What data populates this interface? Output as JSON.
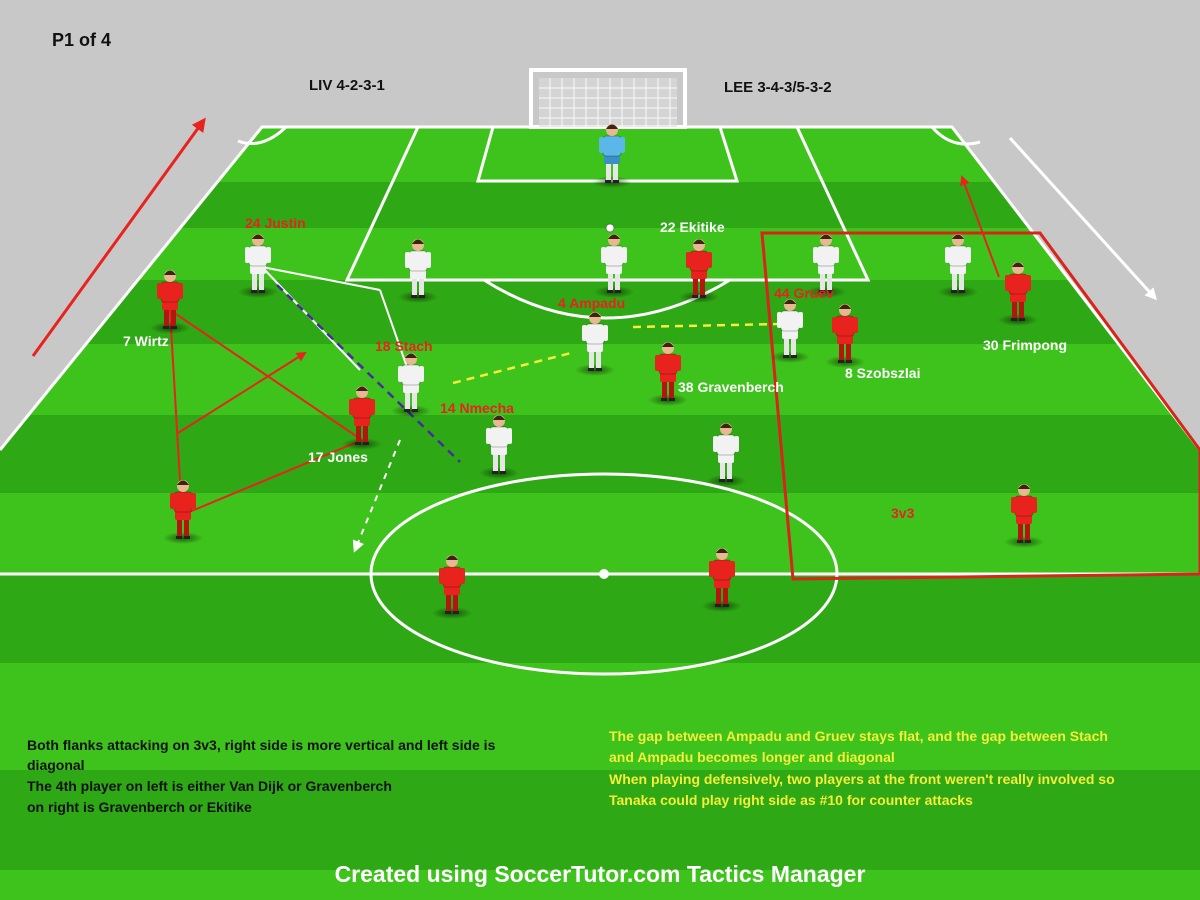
{
  "page_label": "P1 of 4",
  "teams": {
    "home": "LIV 4-2-3-1",
    "away": "LEE 3-4-3/5-3-2"
  },
  "area_label": "3v3",
  "players": {
    "justin": "24 Justin",
    "ekitike": "22 Ekitike",
    "ampadu": "4 Ampadu",
    "gruev": "44 Gruev",
    "wirtz": "7 Wirtz",
    "stach": "18 Stach",
    "frimpong": "30 Frimpong",
    "szoboszlai": "8 Szobszlai",
    "gravenberch": "38 Gravenberch",
    "nmecha": "14 Nmecha",
    "jones": "17 Jones"
  },
  "notes_left": [
    "Both flanks attacking on 3v3, right side is more vertical and left side is",
    "diagonal",
    "The 4th player on left is either Van Dijk or Gravenberch",
    "on right is Gravenberch or Ekitike"
  ],
  "notes_right": [
    "The gap between Ampadu and Gruev stays flat, and the gap between Stach",
    "and Ampadu becomes longer and diagonal",
    "When playing defensively, two players at the front  weren't really involved so",
    "Tanaka could play right side as #10 for counter attacks"
  ],
  "footer": "Created using SoccerTutor.com Tactics Manager",
  "colors": {
    "pitch_light": "#3ec21c",
    "pitch_dark": "#2ea814",
    "lines": "#ffffff",
    "red_team": "#e8231e",
    "white_team": "#f2f2f2",
    "goalkeeper": "#5ab7e8",
    "annotation_red": "#d9241c",
    "dash_purple": "#4a2aa0",
    "dash_yellow": "#f5ee3a"
  }
}
